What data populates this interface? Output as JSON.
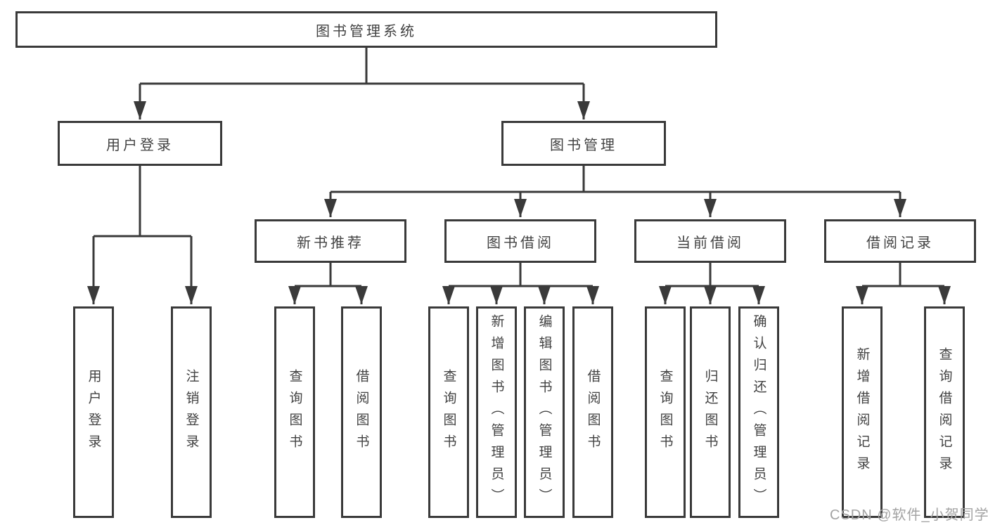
{
  "tree": {
    "root": "图书管理系统",
    "children": [
      {
        "label": "用户登录",
        "leaves": [
          "用户登录",
          "注销登录"
        ]
      },
      {
        "label": "图书管理",
        "children": [
          {
            "label": "新书推荐",
            "leaves": [
              "查询图书",
              "借阅图书"
            ]
          },
          {
            "label": "图书借阅",
            "leaves": [
              "查询图书",
              "新增图书（管理员）",
              "编辑图书（管理员）",
              "借阅图书"
            ]
          },
          {
            "label": "当前借阅",
            "leaves": [
              "查询图书",
              "归还图书",
              "确认归还（管理员）"
            ]
          },
          {
            "label": "借阅记录",
            "leaves": [
              "新增借阅记录",
              "查询借阅记录"
            ]
          }
        ]
      }
    ]
  },
  "watermark": {
    "text": "CSDN @软件_小贺同学"
  },
  "colors": {
    "line": "#3a3a3a",
    "text": "#424242",
    "background": "#ffffff",
    "watermark": "#a3a3a3"
  }
}
